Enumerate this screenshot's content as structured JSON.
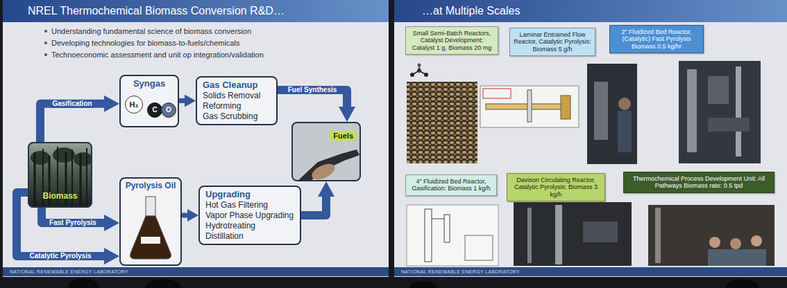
{
  "diagram": {
    "title": "NREL Thermochemical Biomass Conversion R&D…",
    "nodes": [
      {
        "text": [
          "Biomass"
        ]
      },
      {
        "text": [
          "Syngas"
        ]
      },
      {
        "text": [
          "Gas Cleanup",
          "Solids Removal",
          "Reforming",
          "Gas Scrubbing"
        ]
      },
      {
        "text": [
          "Fuels"
        ]
      },
      {
        "text": [
          "Pyrolysis Oil"
        ]
      },
      {
        "text": [
          "Upgrading",
          "Hot Gas Filtering",
          "Vapor Phase Upgrading",
          "Hydrotreating",
          "Distillation"
        ]
      },
      {
        "text": [
          "Small Semi-Batch Reactors, Catalyst Development: Catalyst 1 g, Biomass 20 mg"
        ]
      },
      {
        "text": [
          "Laminar Entrained Flow Reactor, Catalytic Pyrolysis: Biomass 5 g/h"
        ]
      },
      {
        "text": [
          "2\" Fluidized Bed Reactor, (Catalytic) Fast Pyrolysis Biomass 0.5 kg/hr"
        ]
      },
      {
        "text": [
          "4\" Fluidized Bed Reactor, Gasification: Biomass 1 kg/h"
        ]
      },
      {
        "text": [
          "Davison Circulating Reactor, Catalytic Pyrolysis: Biomass 3 kg/h"
        ]
      },
      {
        "text": [
          "Thermochemical Process Development Unit: All Pathways Biomass rate: 0.5 tpd"
        ]
      }
    ],
    "edges": [
      {
        "from": 0,
        "to": 1,
        "arrow": "to",
        "label": "Gasification"
      },
      {
        "from": 1,
        "to": 2,
        "arrow": "to"
      },
      {
        "from": 2,
        "to": 3,
        "arrow": "to",
        "label": "Fuel Synthesis"
      },
      {
        "from": 0,
        "to": 4,
        "arrow": "to",
        "label": "Fast Pyrolysis"
      },
      {
        "from": 0,
        "to": 4,
        "arrow": "to",
        "label": "Catalytic Pyrolysis"
      },
      {
        "from": 4,
        "to": 5,
        "arrow": "to"
      },
      {
        "from": 5,
        "to": 3,
        "arrow": "to"
      }
    ],
    "labels": [
      "Understanding fundamental science of biomass conversion",
      "Developing technologies for biomass-to-fuels/chemicals",
      "Technoeconomic assessment and unit op integration/validation",
      "H₂",
      "C",
      "O",
      "NATIONAL RENEWABLE ENERGY LABORATORY",
      "NATIONAL RENEWABLE ENERGY LABORATORY",
      "…at Multiple Scales"
    ]
  }
}
